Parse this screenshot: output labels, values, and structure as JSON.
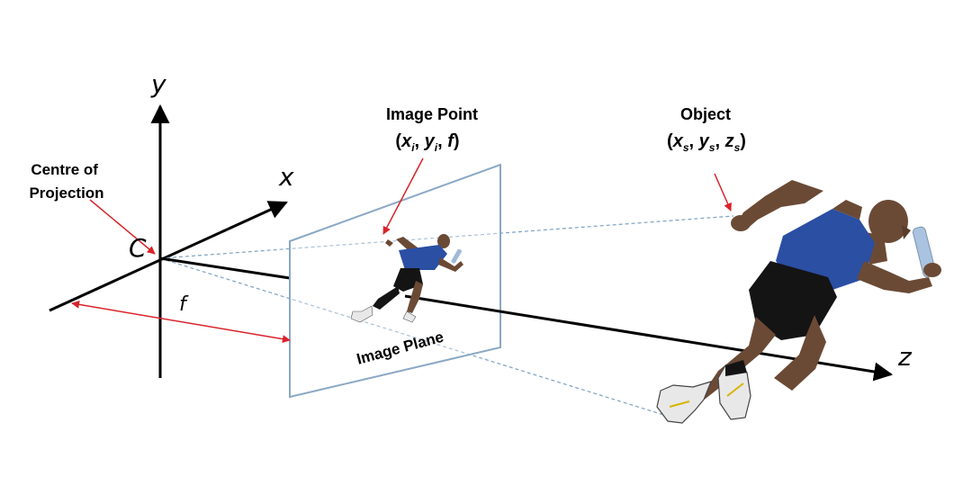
{
  "axes": {
    "x_label": "x",
    "y_label": "y",
    "z_label": "z",
    "origin_label": "C"
  },
  "labels": {
    "centre_line1": "Centre of",
    "centre_line2": "Projection",
    "image_point_title": "Image Point",
    "object_title": "Object",
    "focal_label": "f",
    "image_plane": "Image Plane"
  },
  "image_point_coords": {
    "open": "(",
    "x": "x",
    "x_sub": "i",
    "sep1": ", ",
    "y": "y",
    "y_sub": "i",
    "sep2": ", ",
    "f": "f",
    "close": ")"
  },
  "object_coords": {
    "open": "(",
    "x": "x",
    "x_sub": "s",
    "sep1": ", ",
    "y": "y",
    "y_sub": "s",
    "sep2": ", ",
    "z": "z",
    "z_sub": "s",
    "close": ")"
  },
  "colors": {
    "axis": "#000000",
    "arrow": "#d9232a",
    "plane": "#8aa8c4",
    "ray": "#7fa2c2",
    "shirt": "#2a4fa3",
    "skin": "#6b4a35",
    "shorts": "#141414",
    "shoe": "#e8e8e8"
  },
  "icons": {
    "small_runner": "runner-image-icon",
    "large_runner": "runner-object-icon"
  }
}
